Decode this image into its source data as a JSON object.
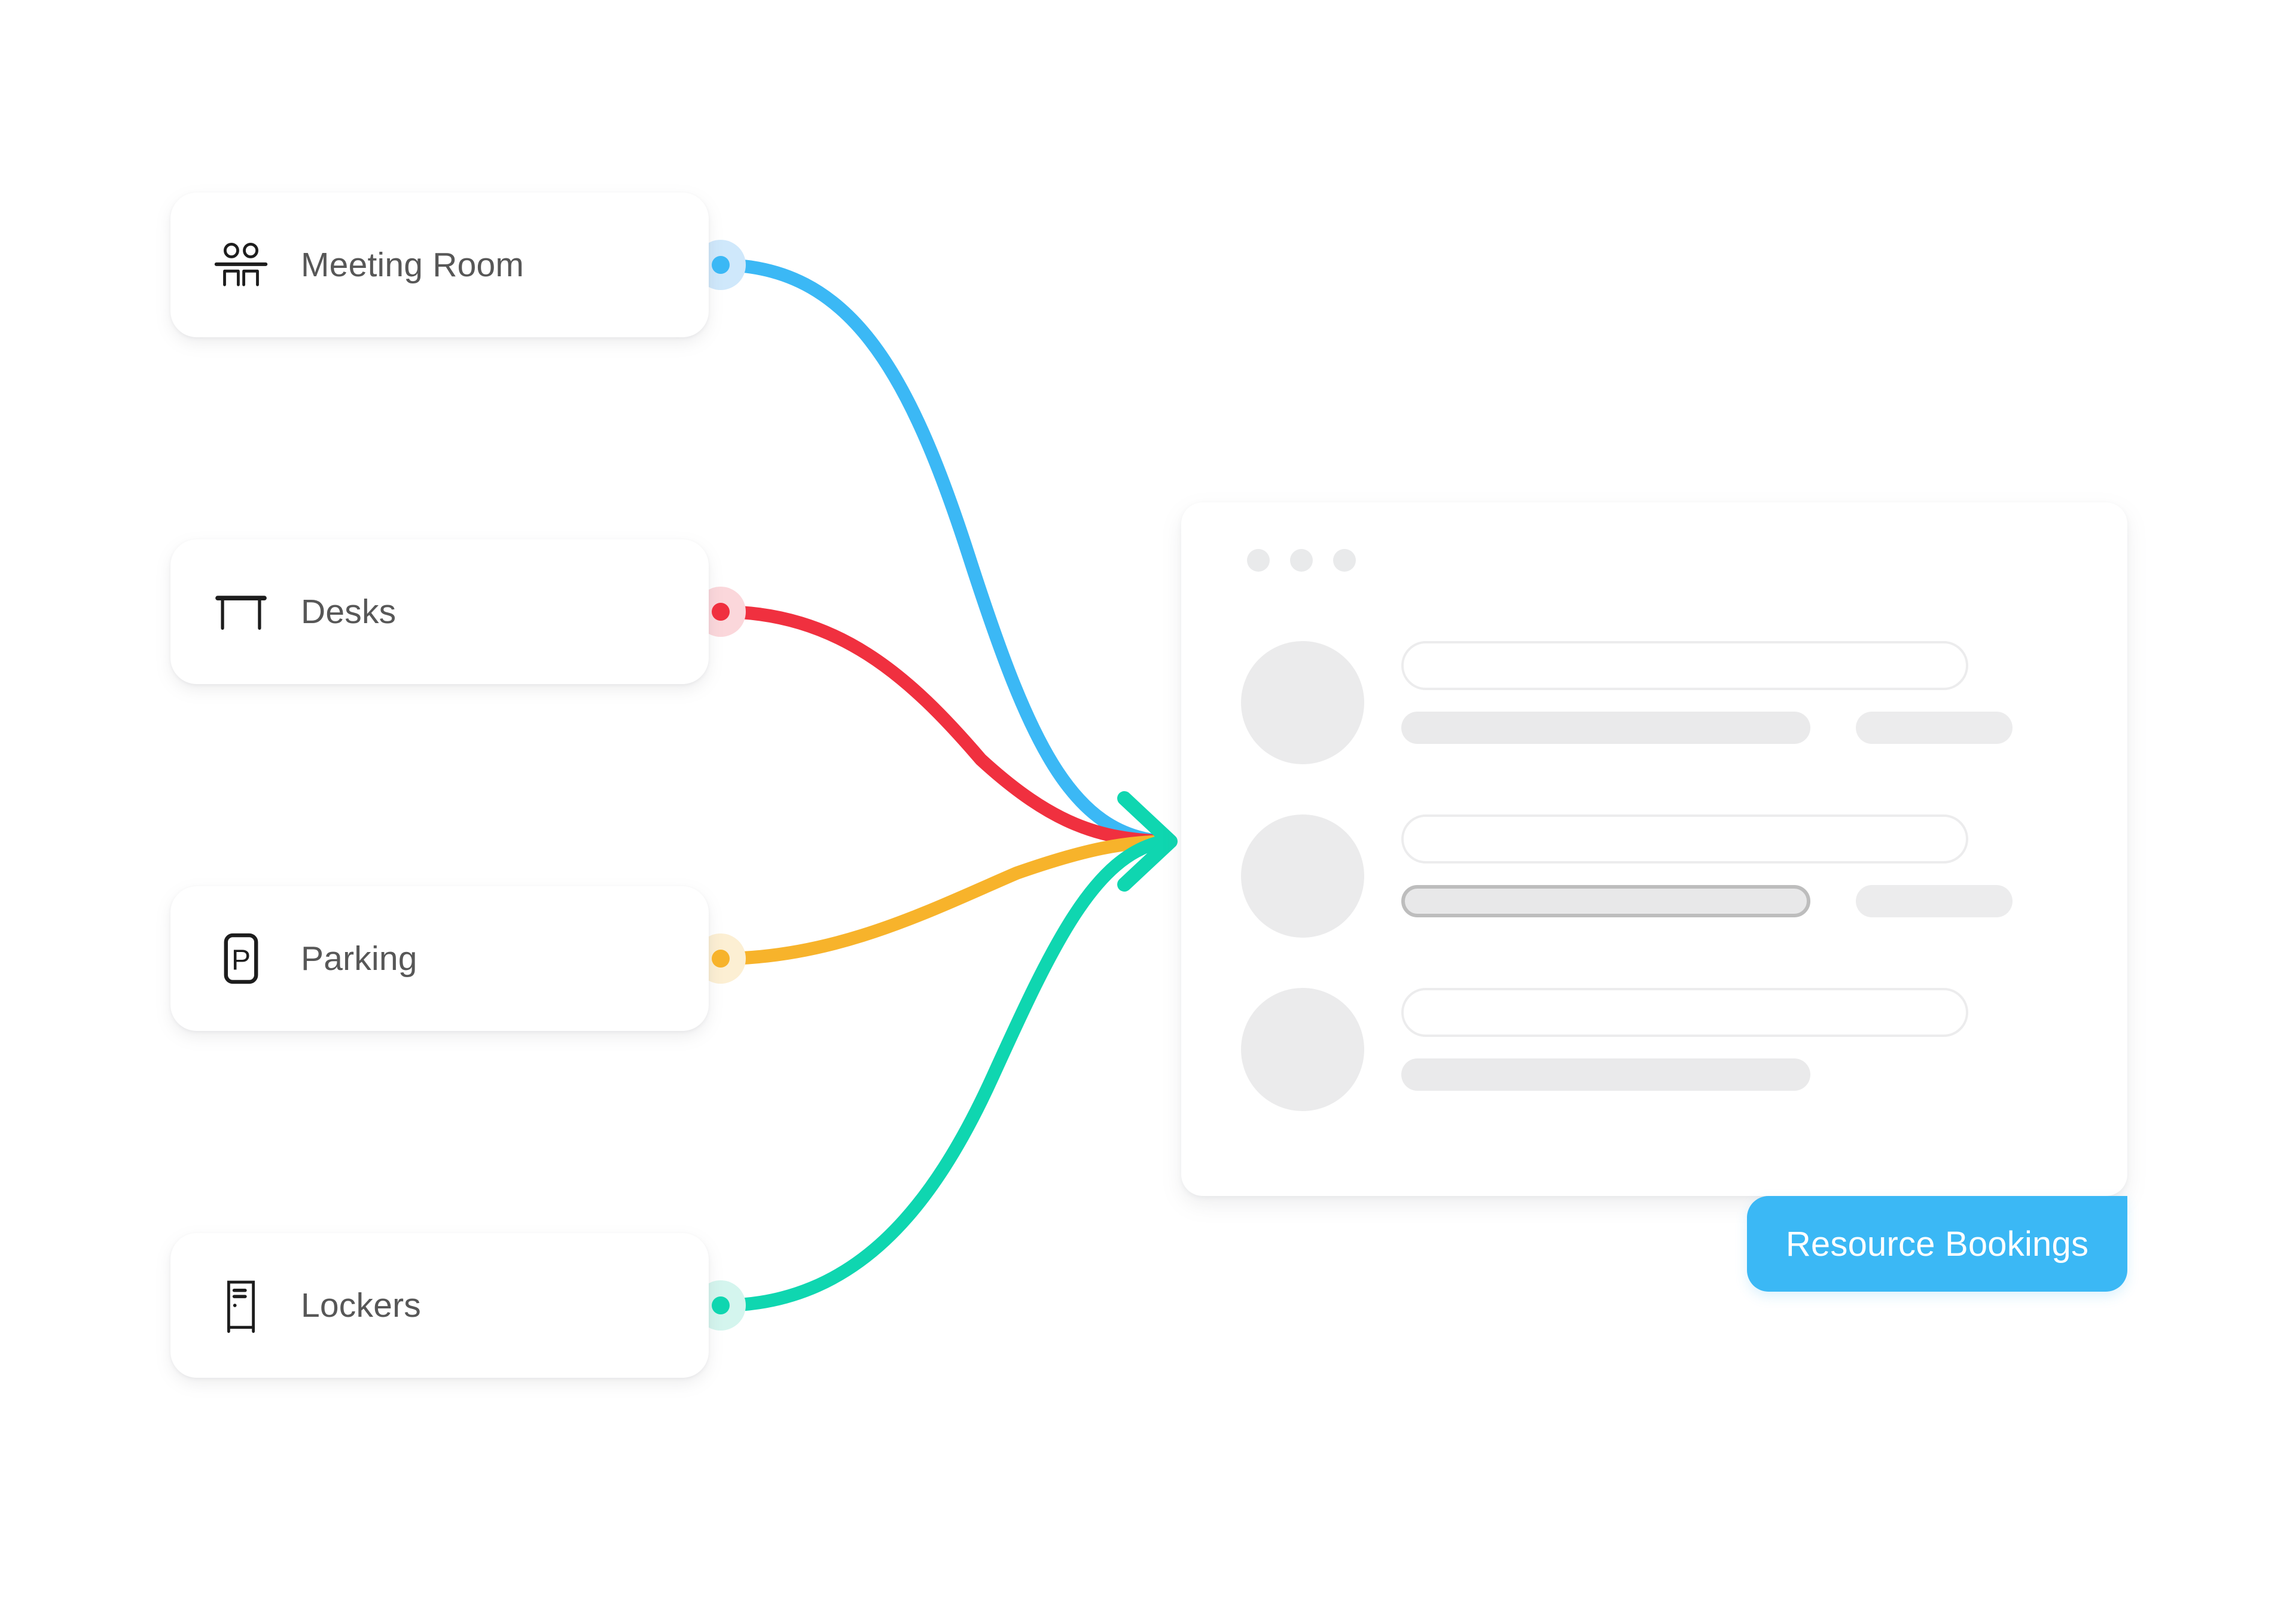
{
  "resources": [
    {
      "label": "Meeting Room",
      "icon": "meeting-room-icon",
      "line_color": "#3BB8F5",
      "halo_color": "#CFE8FB"
    },
    {
      "label": "Desks",
      "icon": "desk-icon",
      "line_color": "#F0303F",
      "halo_color": "#FBD7DB"
    },
    {
      "label": "Parking",
      "icon": "parking-icon",
      "line_color": "#F7B32B",
      "halo_color": "#FCEFD3"
    },
    {
      "label": "Lockers",
      "icon": "locker-icon",
      "line_color": "#0FD6B0",
      "halo_color": "#D4F5EE"
    }
  ],
  "parking_icon_letter": "P",
  "window": {
    "traffic_dots": 3,
    "rows": [
      {
        "title_placeholder": "",
        "bars": [
          "long",
          "short"
        ],
        "highlight": false
      },
      {
        "title_placeholder": "",
        "bars": [
          "long",
          "short"
        ],
        "highlight": true
      },
      {
        "title_placeholder": "",
        "bars": [
          "long"
        ],
        "highlight": false
      }
    ],
    "badge_label": "Resource Bookings",
    "badge_color": "#3BB8F5"
  },
  "arrow": {
    "color": "#0FD6B0",
    "direction": "right"
  },
  "colors": {
    "background": "#FFFFFF",
    "card_background": "#FFFFFF",
    "label_text": "#575757",
    "skeleton_fill": "#EAEAEB",
    "skeleton_border": "#ECECED",
    "avatar_fill": "#EBEBEC",
    "dot_fill": "#E9EAEB",
    "highlight_border": "#BDBDBD"
  }
}
